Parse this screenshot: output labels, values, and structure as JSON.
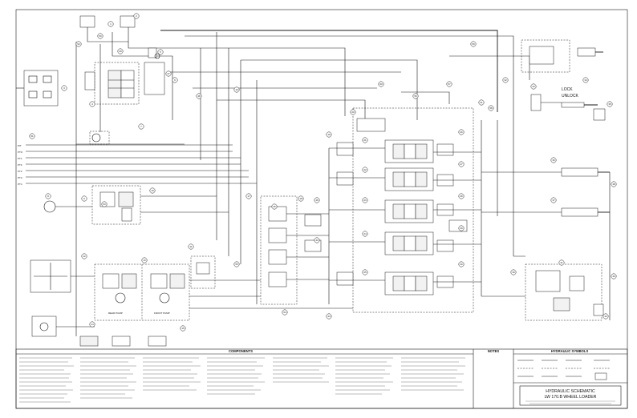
{
  "schematic": {
    "valve_labels": {
      "lock": "LOCK",
      "unlock": "UNLOCK",
      "rear_pump": "REAR PUMP",
      "front_pump": "FRONT PUMP"
    },
    "legend_tags": [
      "PIT",
      "PTO",
      "PT1",
      "PTF",
      "PT2",
      "PT3",
      "PT4"
    ],
    "callouts": [
      "1",
      "2",
      "3",
      "4",
      "5",
      "6",
      "7",
      "8",
      "9",
      "10",
      "11",
      "12",
      "13",
      "14",
      "15",
      "16",
      "17",
      "18",
      "19",
      "20",
      "21",
      "22",
      "23",
      "24",
      "25",
      "26",
      "27",
      "28",
      "29",
      "30",
      "31",
      "32",
      "33",
      "34",
      "35",
      "36",
      "37",
      "38",
      "39",
      "40",
      "41",
      "42",
      "43",
      "44",
      "45",
      "46",
      "47",
      "48",
      "49",
      "50",
      "51",
      "52",
      "53",
      "54",
      "55",
      "56",
      "57",
      "58",
      "59",
      "60"
    ]
  },
  "title_block": {
    "components_header": "COMPONENTS",
    "notes_header": "NOTES",
    "symbols_header": "HYDRAULIC SYMBOLS",
    "title_line1": "HYDRAULIC SCHEMATIC",
    "title_line2": "LW 170.B WHEEL LOADER"
  }
}
